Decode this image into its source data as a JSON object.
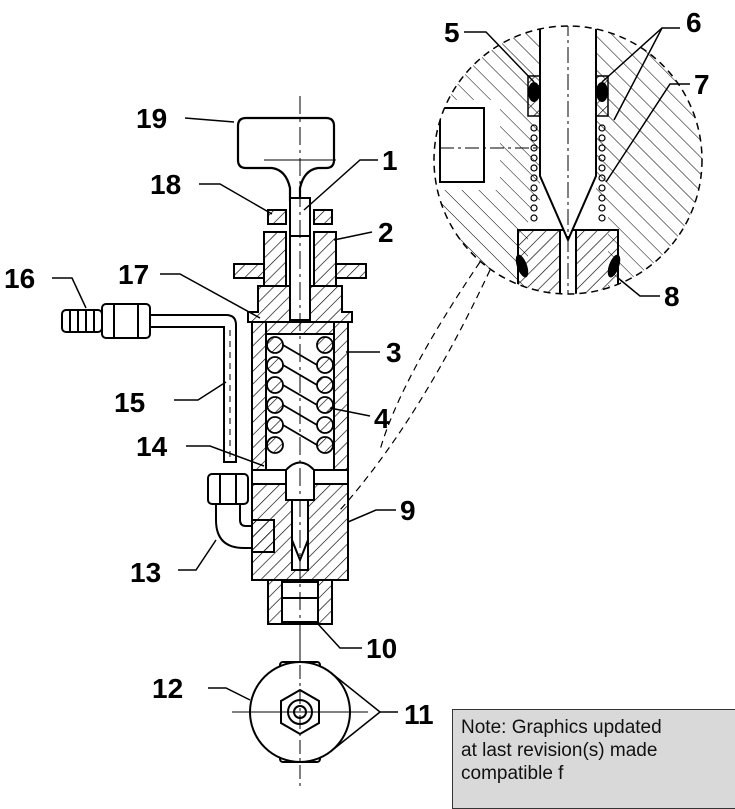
{
  "callouts": {
    "n1": "1",
    "n2": "2",
    "n3": "3",
    "n4": "4",
    "n5": "5",
    "n6": "6",
    "n7": "7",
    "n8": "8",
    "n9": "9",
    "n10": "10",
    "n11": "11",
    "n12": "12",
    "n13": "13",
    "n14": "14",
    "n15": "15",
    "n16": "16",
    "n17": "17",
    "n18": "18",
    "n19": "19"
  },
  "note": {
    "line1": "Note: Graphics updated",
    "line2": "at last revision(s) made",
    "line3": "compatible f"
  }
}
